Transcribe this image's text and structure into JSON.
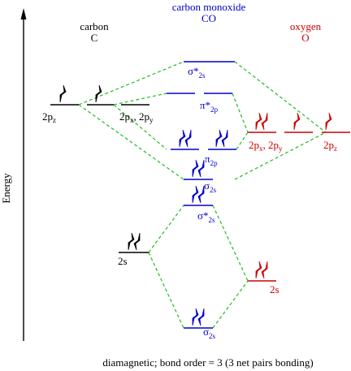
{
  "colors": {
    "carbon": "#000000",
    "co": "#0000cc",
    "oxygen": "#cc0000",
    "correlation": "#22bb22"
  },
  "axis": {
    "label": "Energy"
  },
  "headers": {
    "carbon_name": "carbon",
    "carbon_symbol": "C",
    "co_name": "carbon monoxide",
    "co_symbol": "CO",
    "oxygen_name": "oxygen",
    "oxygen_symbol": "O"
  },
  "labels": {
    "c_2pz_main": "2p",
    "c_2pz_sub": "z",
    "c_2pxy_a": "2p",
    "c_2pxy_a_sub": "x",
    "c_2pxy_sep": ", 2p",
    "c_2pxy_b_sub": "y",
    "c_2s": "2s",
    "sigma_star_2s_main": "σ*",
    "sigma_star_2s_sub": "2s",
    "pi_star_main": "π*",
    "pi_star_sub": "2p",
    "pi_main": "π",
    "pi_sub": "2p",
    "sigma_2s_upper_main": "σ",
    "sigma_2s_upper_sub": "2s",
    "sigma_star_2s_lower_main": "σ*",
    "sigma_star_2s_lower_sub": "2s",
    "sigma_2s_bottom_main": "σ",
    "sigma_2s_bottom_sub": "2s",
    "o_2pxy_a": "2p",
    "o_2pxy_a_sub": "x",
    "o_2pxy_sep": ", 2p",
    "o_2pxy_b_sub": "y",
    "o_2pz_main": "2p",
    "o_2pz_sub": "z",
    "o_2s": "2s"
  },
  "electrons": {
    "carbon_2pz": 1,
    "carbon_2px": 1,
    "carbon_2py": 0,
    "carbon_2s": 2,
    "co_sigma_star_2s_top": 0,
    "co_pi_star_a": 0,
    "co_pi_star_b": 0,
    "co_pi_a": 2,
    "co_pi_b": 2,
    "co_sigma_2s_upper": 2,
    "co_sigma_star_2s_lower": 2,
    "co_sigma_2s_bottom": 2,
    "oxygen_2px": 2,
    "oxygen_2py": 1,
    "oxygen_2pz": 1,
    "oxygen_2s": 2
  },
  "caption": "diamagnetic; bond order = 3 (3 net pairs bonding)"
}
